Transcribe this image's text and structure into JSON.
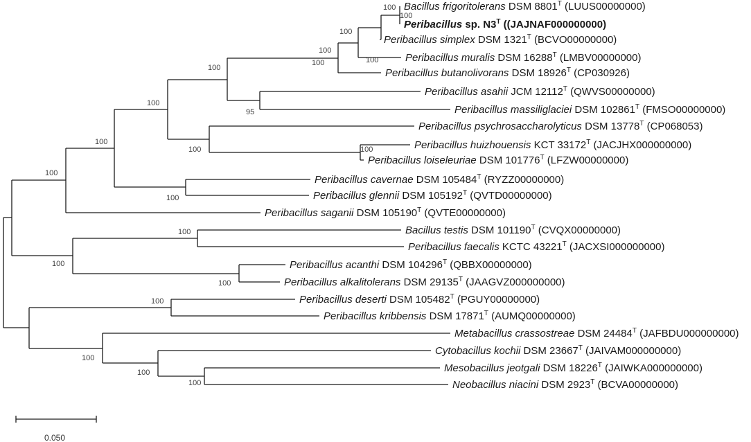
{
  "tree": {
    "scale_bar_label": "0.050",
    "taxa": [
      {
        "name": "Bacillus frigoritolerans",
        "strain": "DSM 8801",
        "sup": "T",
        "accession": "(LUUS00000000)",
        "bold": false
      },
      {
        "name": "Peribacillus",
        "strain": "sp. N3",
        "sup": "T",
        "accession": "((JAJNAF000000000)",
        "bold": true
      },
      {
        "name": "Peribacillus simplex",
        "strain": "DSM 1321",
        "sup": "T",
        "accession": "(BCVO00000000)",
        "bold": false
      },
      {
        "name": "Peribacillus muralis",
        "strain": "DSM 16288",
        "sup": "T",
        "accession": "(LMBV00000000)",
        "bold": false
      },
      {
        "name": "Peribacillus butanolivorans",
        "strain": "DSM 18926",
        "sup": "T",
        "accession": "(CP030926)",
        "bold": false
      },
      {
        "name": "Peribacillus asahii",
        "strain": "JCM 12112",
        "sup": "T",
        "accession": "(QWVS00000000)",
        "bold": false
      },
      {
        "name": "Peribacillus massiliglaciei",
        "strain": "DSM 102861",
        "sup": "T",
        "accession": "(FMSO00000000)",
        "bold": false
      },
      {
        "name": "Peribacillus psychrosaccharolyticus",
        "strain": "DSM 13778",
        "sup": "T",
        "accession": "(CP068053)",
        "bold": false
      },
      {
        "name": "Peribacillus huizhouensis",
        "strain": "KCT 33172",
        "sup": "T",
        "accession": "(JACJHX000000000)",
        "bold": false
      },
      {
        "name": "Peribacillus loiseleuriae",
        "strain": "DSM 101776",
        "sup": "T",
        "accession": "(LFZW00000000)",
        "bold": false
      },
      {
        "name": "Peribacillus cavernae",
        "strain": "DSM 105484",
        "sup": "T",
        "accession": "(RYZZ00000000)",
        "bold": false
      },
      {
        "name": "Peribacillus glennii",
        "strain": "DSM 105192",
        "sup": "T",
        "accession": "(QVTD00000000)",
        "bold": false
      },
      {
        "name": "Peribacillus saganii",
        "strain": "DSM 105190",
        "sup": "T",
        "accession": "(QVTE00000000)",
        "bold": false
      },
      {
        "name": "Bacillus testis",
        "strain": "DSM 101190",
        "sup": "T",
        "accession": "(CVQX00000000)",
        "bold": false
      },
      {
        "name": "Peribacillus faecalis",
        "strain": "KCTC 43221",
        "sup": "T",
        "accession": "(JACXSI000000000)",
        "bold": false
      },
      {
        "name": "Peribacillus acanthi",
        "strain": "DSM 104296",
        "sup": "T",
        "accession": "(QBBX00000000)",
        "bold": false
      },
      {
        "name": "Peribacillus alkalitolerans",
        "strain": "DSM 29135",
        "sup": "T",
        "accession": "(JAAGVZ000000000)",
        "bold": false
      },
      {
        "name": "Peribacillus deserti",
        "strain": "DSM 105482",
        "sup": "T",
        "accession": "(PGUY00000000)",
        "bold": false
      },
      {
        "name": "Peribacillus kribbensis",
        "strain": "DSM 17871",
        "sup": "T",
        "accession": "(AUMQ00000000)",
        "bold": false
      },
      {
        "name": "Metabacillus crassostreae",
        "strain": "DSM 24484",
        "sup": "T",
        "accession": "(JAFBDU000000000)",
        "bold": false
      },
      {
        "name": "Cytobacillus kochii",
        "strain": "DSM 23667",
        "sup": "T",
        "accession": "(JAIVAM000000000)",
        "bold": false
      },
      {
        "name": "Mesobacillus jeotgali",
        "strain": "DSM 18226",
        "sup": "T",
        "accession": "(JAIWKA000000000)",
        "bold": false
      },
      {
        "name": "Neobacillus niacini",
        "strain": "DSM 2923",
        "sup": "T",
        "accession": "(BCVA00000000)",
        "bold": false
      }
    ],
    "bootstrap_values": [
      "100",
      "100",
      "100",
      "100",
      "95",
      "100",
      "100",
      "100",
      "100",
      "100",
      "100",
      "100",
      "100",
      "100",
      "100",
      "100",
      "100",
      "100",
      "100",
      "100",
      "100"
    ]
  }
}
